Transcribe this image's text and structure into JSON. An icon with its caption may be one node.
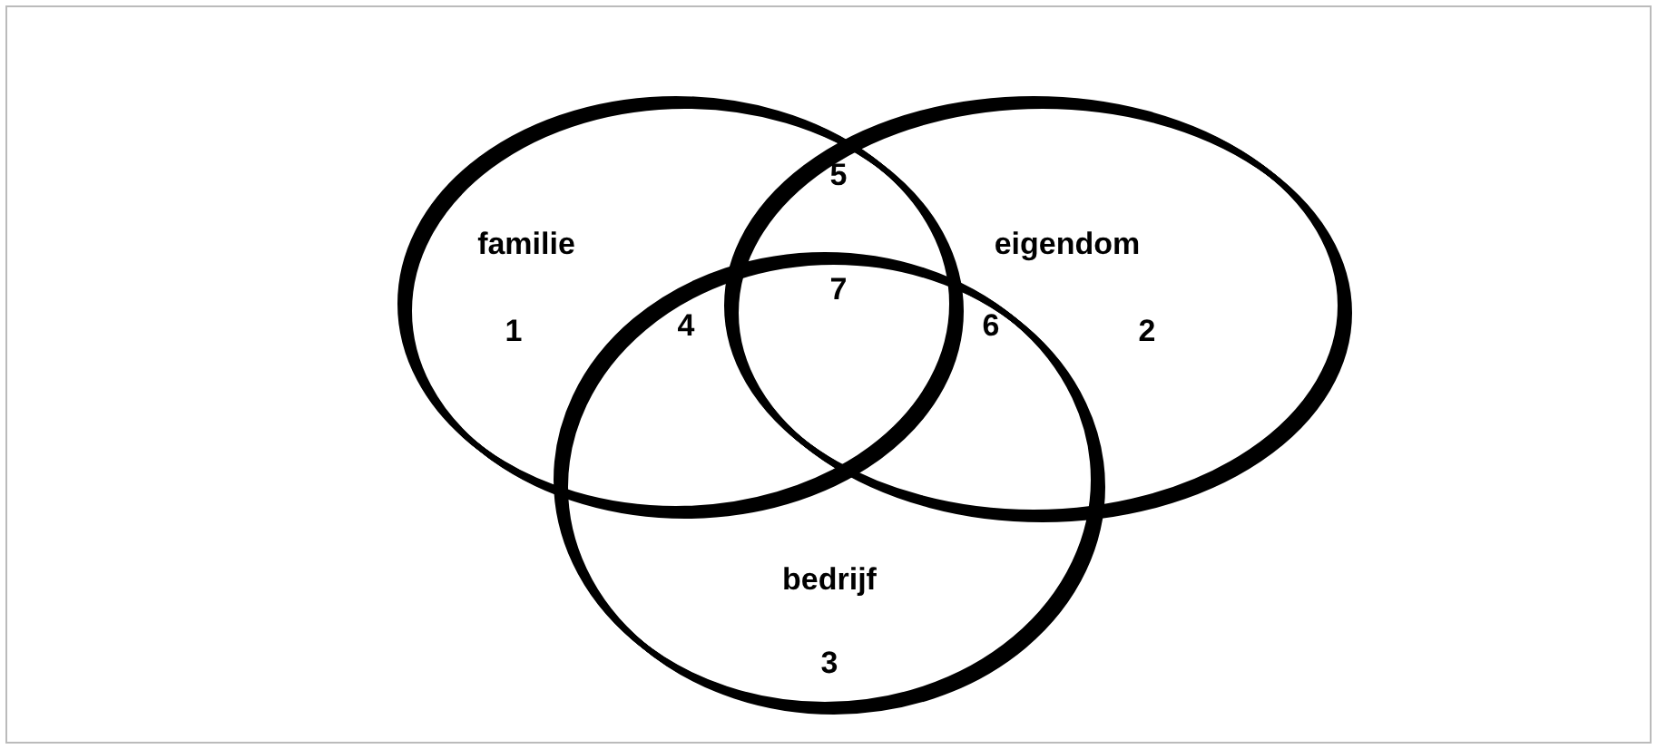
{
  "diagram": {
    "nodes": [
      {
        "text": [
          "familie",
          "1"
        ]
      },
      {
        "text": [
          "eigendom",
          "2"
        ]
      },
      {
        "text": [
          "bedrijf",
          "3"
        ]
      }
    ],
    "labels": [
      "5",
      "7",
      "4",
      "6"
    ]
  }
}
